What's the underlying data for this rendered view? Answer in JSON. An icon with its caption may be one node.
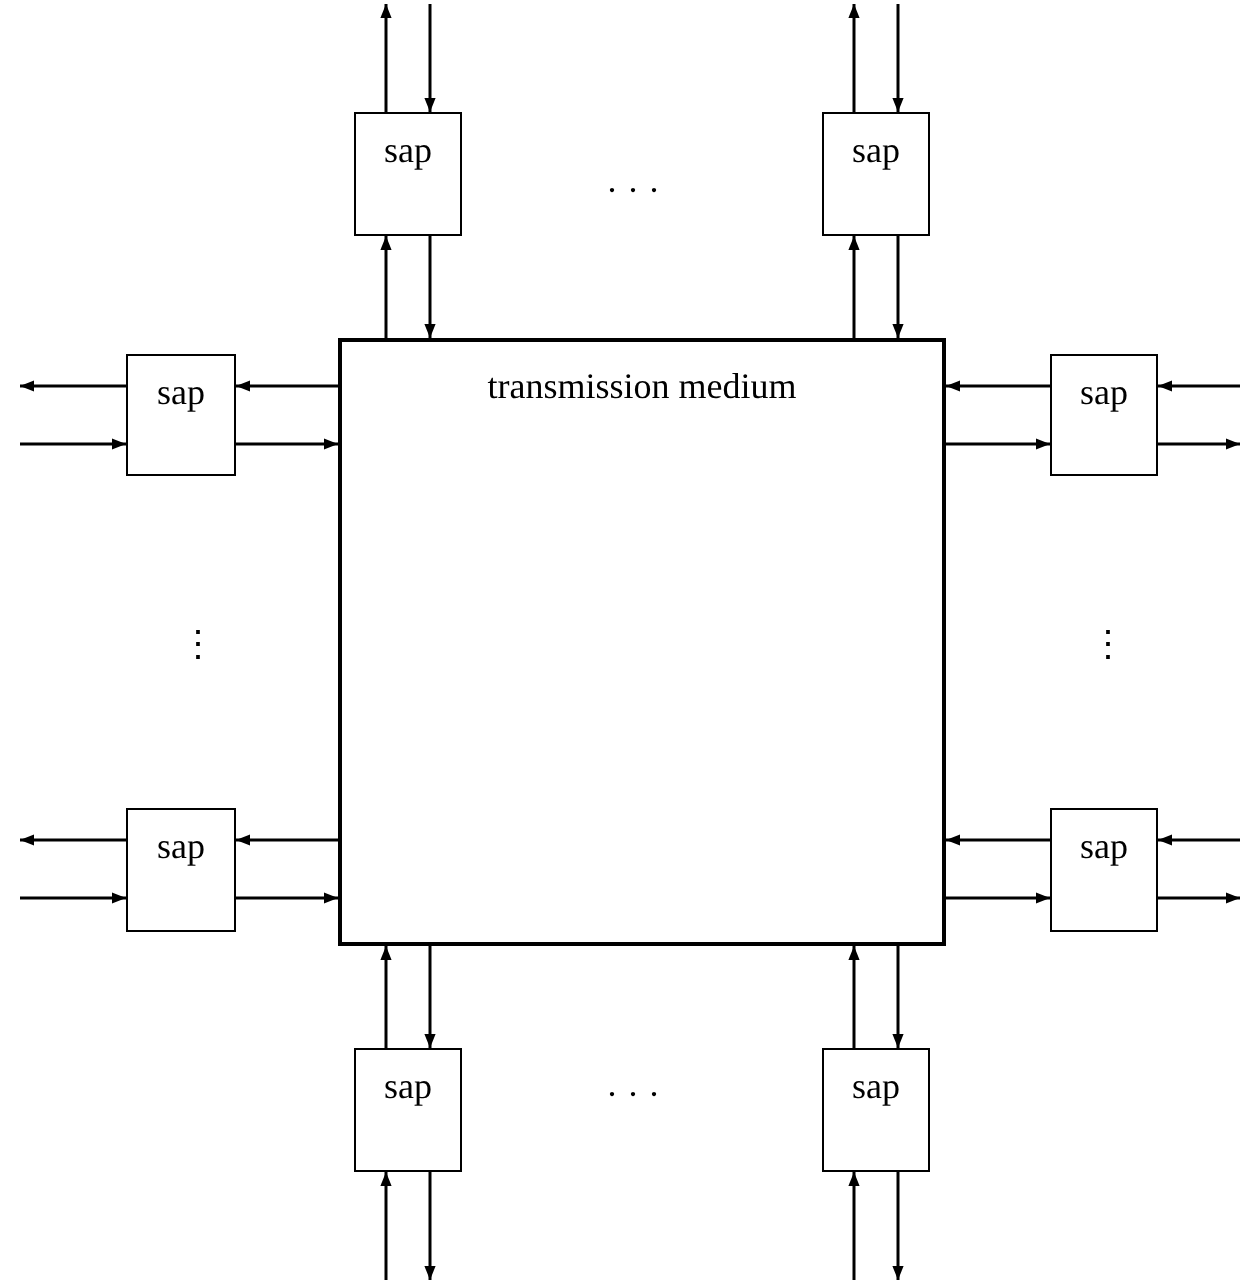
{
  "diagram": {
    "nodes": [
      {
        "text": [
          "sap"
        ]
      },
      {
        "text": [
          "sap"
        ]
      },
      {
        "text": [
          "sap"
        ]
      },
      {
        "text": [
          "transmission medium"
        ]
      },
      {
        "text": [
          "sap"
        ]
      },
      {
        "text": [
          "sap"
        ]
      },
      {
        "text": [
          "sap"
        ]
      },
      {
        "text": [
          "sap"
        ]
      },
      {
        "text": [
          "sap"
        ]
      }
    ],
    "edges": [
      {
        "from": 3,
        "to": 0,
        "arrow": "to"
      },
      {
        "from": 0,
        "to": null,
        "arrow": "to"
      },
      {
        "from": null,
        "to": 0,
        "arrow": "to"
      },
      {
        "from": 0,
        "to": 3,
        "arrow": "to"
      },
      {
        "from": 3,
        "to": 1,
        "arrow": "to"
      },
      {
        "from": 1,
        "to": null,
        "arrow": "to"
      },
      {
        "from": null,
        "to": 1,
        "arrow": "to"
      },
      {
        "from": 1,
        "to": 3,
        "arrow": "to"
      },
      {
        "from": 3,
        "to": 2,
        "arrow": "to"
      },
      {
        "from": 2,
        "to": null,
        "arrow": "to"
      },
      {
        "from": null,
        "to": 2,
        "arrow": "to"
      },
      {
        "from": 2,
        "to": 3,
        "arrow": "to"
      },
      {
        "from": null,
        "to": 4,
        "arrow": "to"
      },
      {
        "from": 4,
        "to": 3,
        "arrow": "to"
      },
      {
        "from": 3,
        "to": 4,
        "arrow": "to"
      },
      {
        "from": 4,
        "to": null,
        "arrow": "to"
      },
      {
        "from": 3,
        "to": 5,
        "arrow": "to"
      },
      {
        "from": 5,
        "to": null,
        "arrow": "to"
      },
      {
        "from": null,
        "to": 5,
        "arrow": "to"
      },
      {
        "from": 5,
        "to": 3,
        "arrow": "to"
      },
      {
        "from": null,
        "to": 6,
        "arrow": "to"
      },
      {
        "from": 6,
        "to": 3,
        "arrow": "to"
      },
      {
        "from": 3,
        "to": 6,
        "arrow": "to"
      },
      {
        "from": 6,
        "to": null,
        "arrow": "to"
      },
      {
        "from": null,
        "to": 7,
        "arrow": "to"
      },
      {
        "from": 7,
        "to": 3,
        "arrow": "to"
      },
      {
        "from": 3,
        "to": 7,
        "arrow": "to"
      },
      {
        "from": 7,
        "to": null,
        "arrow": "to"
      },
      {
        "from": null,
        "to": 8,
        "arrow": "to"
      },
      {
        "from": 8,
        "to": 3,
        "arrow": "to"
      },
      {
        "from": 3,
        "to": 8,
        "arrow": "to"
      },
      {
        "from": 8,
        "to": null,
        "arrow": "to"
      }
    ],
    "labels": [
      "· · ·",
      "⋮",
      "⋮",
      "· · ·"
    ]
  }
}
